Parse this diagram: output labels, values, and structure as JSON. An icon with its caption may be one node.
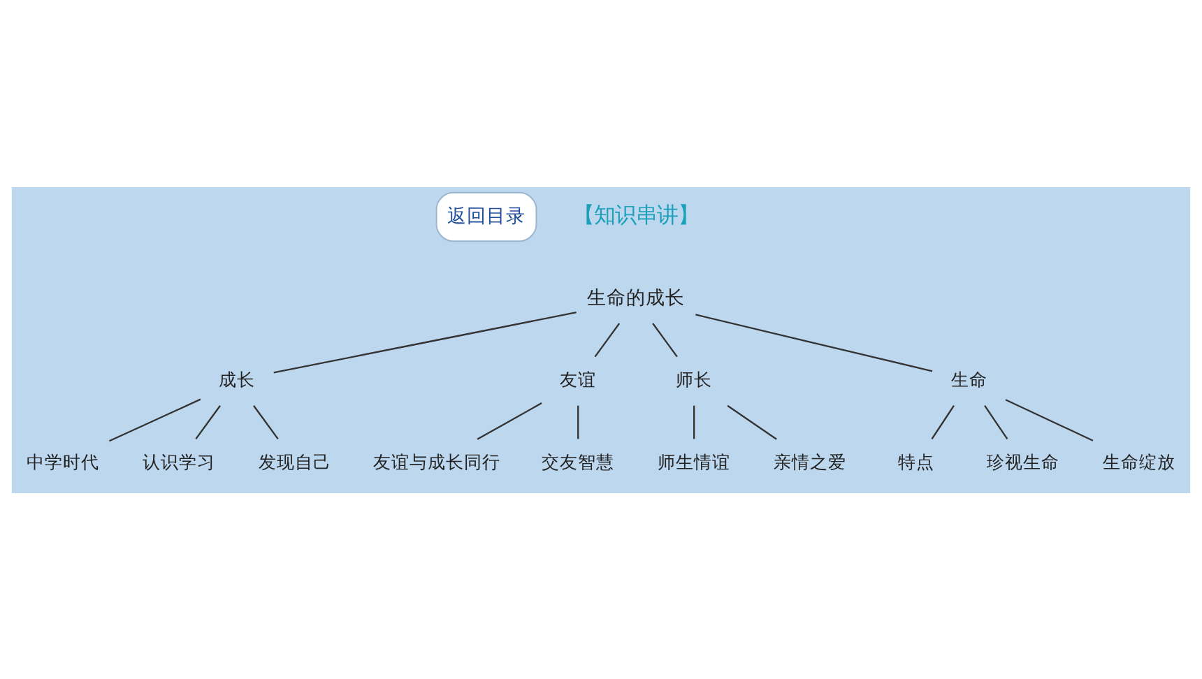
{
  "diagram": {
    "nodes": [
      {
        "text": [
          "返回目录"
        ]
      },
      {
        "text": [
          "生命的成长"
        ]
      },
      {
        "text": [
          "成长"
        ]
      },
      {
        "text": [
          "中学时代"
        ]
      },
      {
        "text": [
          "认识学习"
        ]
      },
      {
        "text": [
          "发现自己"
        ]
      },
      {
        "text": [
          "友谊"
        ]
      },
      {
        "text": [
          "友谊与成长同行"
        ]
      },
      {
        "text": [
          "交友智慧"
        ]
      },
      {
        "text": [
          "师长"
        ]
      },
      {
        "text": [
          "师生情谊"
        ]
      },
      {
        "text": [
          "亲情之爱"
        ]
      },
      {
        "text": [
          "生命"
        ]
      },
      {
        "text": [
          "特点"
        ]
      },
      {
        "text": [
          "珍视生命"
        ]
      },
      {
        "text": [
          "生命绽放"
        ]
      }
    ],
    "edges": [
      {
        "from": 1,
        "to": 2,
        "arrow": "none"
      },
      {
        "from": 1,
        "to": 6,
        "arrow": "none"
      },
      {
        "from": 1,
        "to": 9,
        "arrow": "none"
      },
      {
        "from": 1,
        "to": 12,
        "arrow": "none"
      },
      {
        "from": 2,
        "to": 3,
        "arrow": "none"
      },
      {
        "from": 2,
        "to": 4,
        "arrow": "none"
      },
      {
        "from": 2,
        "to": 5,
        "arrow": "none"
      },
      {
        "from": 6,
        "to": 7,
        "arrow": "none"
      },
      {
        "from": 6,
        "to": 8,
        "arrow": "none"
      },
      {
        "from": 9,
        "to": 10,
        "arrow": "none"
      },
      {
        "from": 9,
        "to": 11,
        "arrow": "none"
      },
      {
        "from": 12,
        "to": 13,
        "arrow": "none"
      },
      {
        "from": 12,
        "to": 14,
        "arrow": "none"
      },
      {
        "from": 12,
        "to": 15,
        "arrow": "none"
      }
    ],
    "labels": [
      "【知识串讲】"
    ]
  }
}
